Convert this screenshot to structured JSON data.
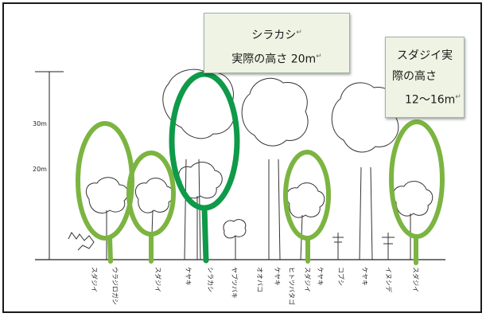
{
  "axis": {
    "tick_upper": "30m",
    "tick_lower": "20m"
  },
  "species": [
    "スダジイ",
    "ウラジロガシ",
    "スダジイ",
    "ケヤキ",
    "シラカシ",
    "ヤブツバキ",
    "オオバコ",
    "ケヤキ",
    "ヒトツバタゴ",
    "スダジイ",
    "ケヤキ",
    "コブシ",
    "ケヤキ",
    "イヌシデ",
    "スダジイ"
  ],
  "callouts": {
    "shirakashi": {
      "line1": "シラカシ",
      "line2": "実際の高さ 20m"
    },
    "sudajii": {
      "line1": "スダジイ実",
      "line2": "際の高さ",
      "line3": "12～16m"
    }
  },
  "return_mark": "↵",
  "colors": {
    "dark_green": "#0f9a49",
    "light_green": "#7cb441",
    "callout_bg": "#eef3e3"
  }
}
